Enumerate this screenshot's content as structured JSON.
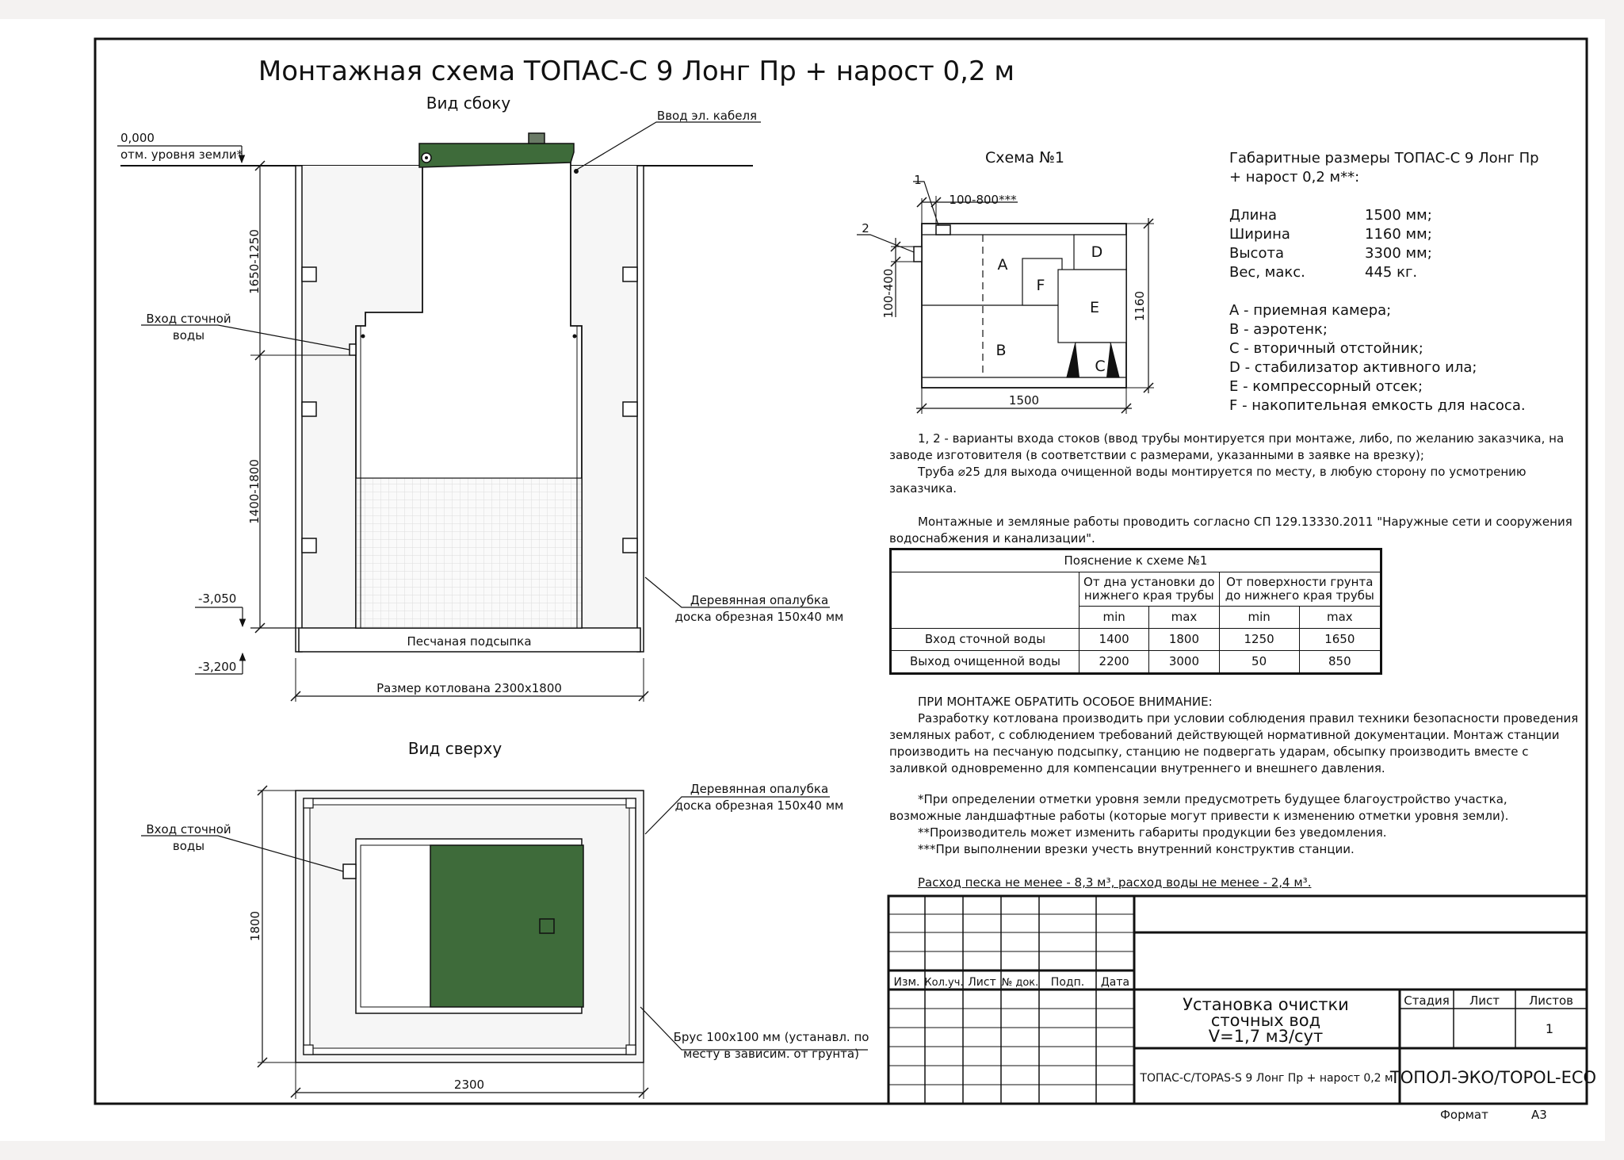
{
  "title": "Монтажная схема ТОПАС-С 9 Лонг Пр + нарост 0,2 м",
  "colors": {
    "tank_green": "#3e6b3a",
    "tank_green_dark": "#2f5530",
    "line": "#111111",
    "pit_bg": "#f0efef"
  },
  "side_view": {
    "title": "Вид сбоку",
    "ground_value": "0,000",
    "ground_label": "отм. уровня земли*",
    "cable_label": "Ввод эл. кабеля",
    "dim_upper": "1650-1250",
    "dim_lower": "1400-1800",
    "inlet_label_1": "Вход сточной",
    "inlet_label_2": "воды",
    "level_1": "-3,050",
    "level_2": "-3,200",
    "formwork_1": "Деревянная опалубка",
    "formwork_2": "доска обрезная 150х40 мм",
    "sand_label": "Песчаная подсыпка",
    "pit_size_label": "Размер котлована 2300х1800"
  },
  "top_view": {
    "title": "Вид сверху",
    "inlet_label_1": "Вход сточной",
    "inlet_label_2": "воды",
    "formwork_1": "Деревянная опалубка",
    "formwork_2": "доска обрезная 150х40 мм",
    "beam_1": "Брус 100х100 мм (устанавл. по",
    "beam_2": "месту в зависим. от грунта)",
    "dim_width": "2300",
    "dim_height": "1800"
  },
  "scheme1": {
    "title": "Схема №1",
    "mark_1": "1",
    "mark_2": "2",
    "dim_top": "100-800***",
    "dim_left": "100-400",
    "dim_right": "1160",
    "dim_bottom": "1500",
    "label_a": "A",
    "label_b": "B",
    "label_c": "C",
    "label_d": "D",
    "label_e": "E",
    "label_f": "F"
  },
  "dimensions": {
    "heading_1": "Габаритные размеры ТОПАС-С 9 Лонг Пр",
    "heading_2": "+ нарост 0,2 м**:",
    "rows": [
      {
        "k": "Длина",
        "v": "1500 мм;"
      },
      {
        "k": "Ширина",
        "v": "1160 мм;"
      },
      {
        "k": "Высота",
        "v": "3300 мм;"
      },
      {
        "k": "Вес, макс.",
        "v": "445 кг."
      }
    ],
    "legend": [
      "A - приемная камера;",
      "B - аэротенк;",
      "C - вторичный отстойник;",
      "D - стабилизатор активного ила;",
      "E - компрессорный отсек;",
      "F - накопительная емкость для насоса."
    ]
  },
  "notes": {
    "n1": "1, 2 - варианты входа  стоков (ввод трубы монтируется при монтаже, либо, по желанию заказчика, на заводе изготовителя (в соответствии с размерами, указанными в заявке на врезку);",
    "n2": "Труба ⌀25 для выхода очищенной воды монтируется по месту, в любую сторону по усмотрению заказчика.",
    "n3": "Монтажные и земляные работы проводить согласно СП 129.13330.2011 \"Наружные сети и сооружения водоснабжения и канализации\".",
    "attention_title": "ПРИ МОНТАЖЕ ОБРАТИТЬ ОСОБОЕ ВНИМАНИЕ:",
    "attention_body": "Разработку котлована производить при условии соблюдения правил техники безопасности проведения земляных работ, с соблюдением требований действующей нормативной документации. Монтаж станции производить на песчаную подсыпку, станцию не подвергать ударам, обсыпку производить вместе с заливкой одновременно для компенсации внутреннего и внешнего давления.",
    "fn1": "*При определении отметки уровня земли предусмотреть будущее благоустройство участка, возможные ландшафтные работы (которые могут привести к изменению отметки уровня земли).",
    "fn2": "**Производитель может изменить габариты продукции без уведомления.",
    "fn3": "***При выполнении врезки учесть внутренний конструктив станции.",
    "consumption": "Расход песка не менее - 8,3 м³, расход воды не менее - 2,4 м³."
  },
  "table": {
    "caption": "Пояснение к схеме №1",
    "group_1": "От дна установки до нижнего края трубы",
    "group_2": "От поверхности грунта до нижнего края трубы",
    "min": "min",
    "max": "max",
    "rows": [
      {
        "name": "Вход сточной воды",
        "v1": "1400",
        "v2": "1800",
        "v3": "1250",
        "v4": "1650"
      },
      {
        "name": "Выход очищенной воды",
        "v1": "2200",
        "v2": "3000",
        "v3": "50",
        "v4": "850"
      }
    ]
  },
  "stamp": {
    "cols": [
      "Изм.",
      "Кол.уч.",
      "Лист",
      "№ док.",
      "Подп.",
      "Дата"
    ],
    "name_1": "Установка очистки",
    "name_2": "сточных вод",
    "name_3": "V=1,7 м3/сут",
    "stage": "Стадия",
    "sheet": "Лист",
    "sheets": "Листов",
    "sheets_value": "1",
    "product": "ТОПАС-С/TOPAS-S 9 Лонг Пр + нарост 0,2 м",
    "company": "ТОПОЛ-ЭКО/TOPOL-ECO",
    "format_label": "Формат",
    "format_value": "А3"
  }
}
